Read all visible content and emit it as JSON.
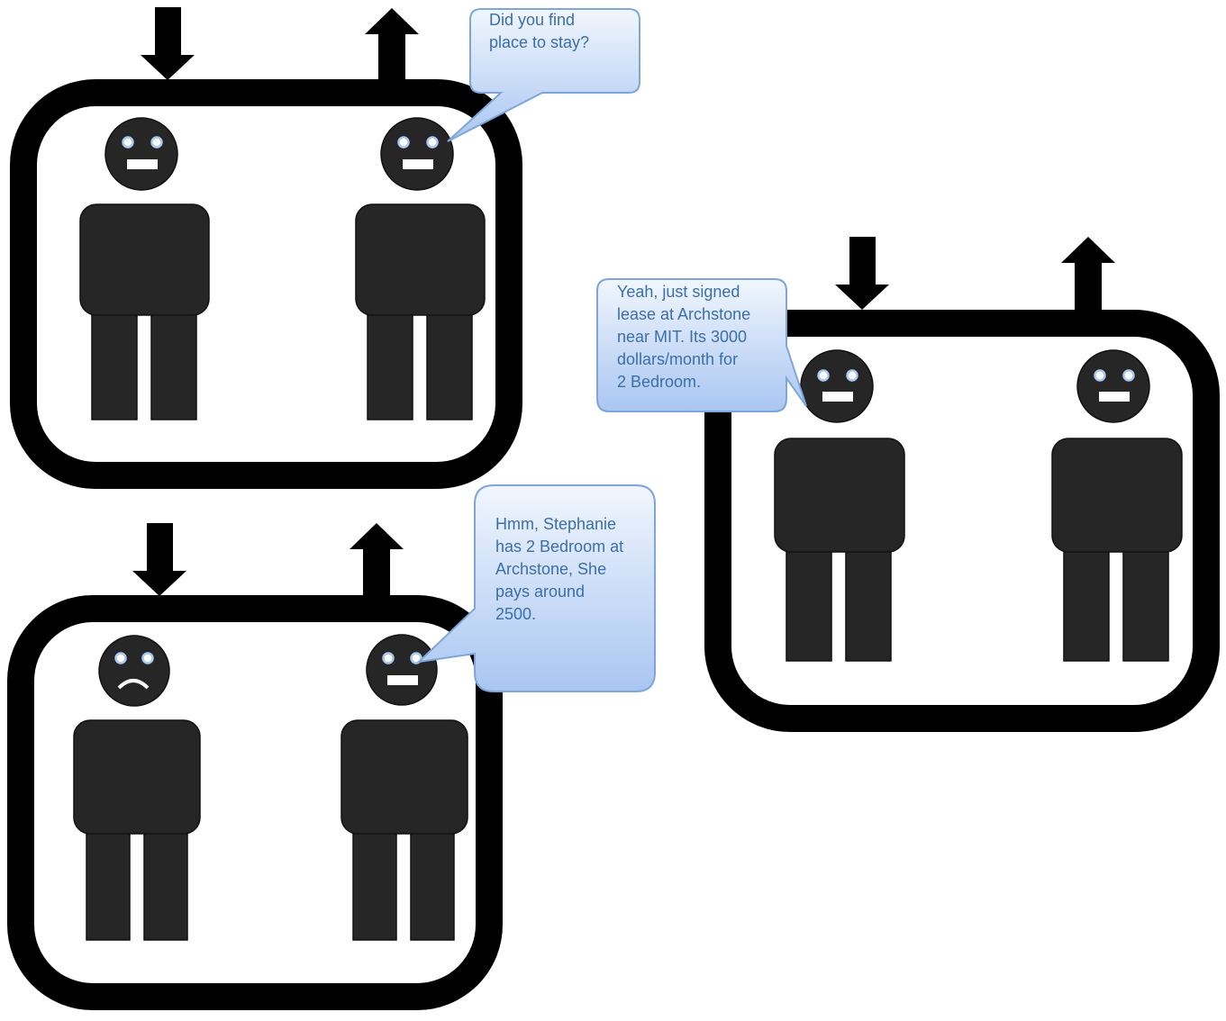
{
  "colors": {
    "frame": "#000000",
    "figure_fill": "#262626",
    "figure_stroke": "#111111",
    "eye_ring": "#a9c8ef",
    "bubble_top": "#f1f6fd",
    "bubble_bottom": "#a9c6f2",
    "bubble_stroke": "#7fa6d8",
    "bubble_text": "#3b6fa8"
  },
  "icons": [
    "arrow-down-icon",
    "arrow-up-icon",
    "person-icon",
    "speech-bubble-icon"
  ],
  "panels": [
    {
      "id": "panel-1",
      "left_face": "neutral",
      "right_face": "neutral",
      "speaker": "right",
      "bubble_text": "Did you find\nplace to stay?"
    },
    {
      "id": "panel-2",
      "left_face": "neutral",
      "right_face": "neutral",
      "speaker": "left",
      "bubble_text": "Yeah, just signed\nlease at Archstone\nnear MIT.  Its 3000\ndollars/month for\n2 Bedroom."
    },
    {
      "id": "panel-3",
      "left_face": "sad",
      "right_face": "neutral",
      "speaker": "right",
      "bubble_text": "Hmm, Stephanie\nhas 2 Bedroom at\nArchstone, She\npays around\n2500."
    }
  ]
}
